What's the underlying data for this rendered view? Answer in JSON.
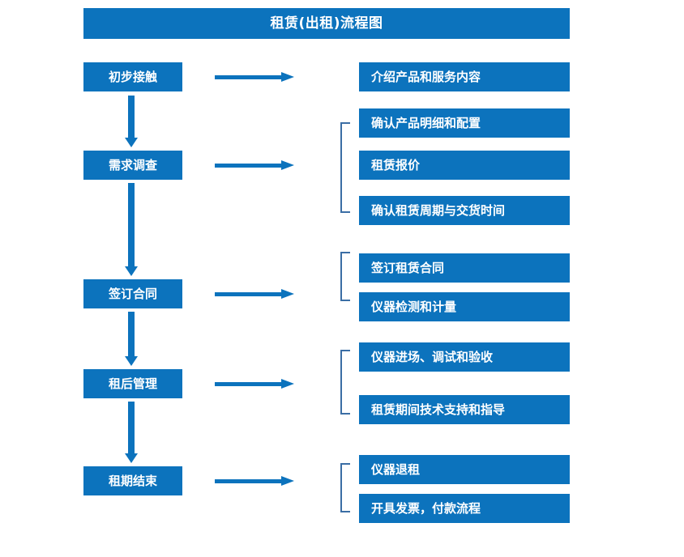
{
  "header": {
    "title": "租赁(出租)流程图"
  },
  "colors": {
    "box_fill": "#0c73bd",
    "box_text": "#ffffff",
    "arrow": "#0c73bd",
    "bracket": "#3b6ea5",
    "background": "#ffffff"
  },
  "flow": {
    "stages": [
      {
        "label": "初步接触"
      },
      {
        "label": "需求调查"
      },
      {
        "label": "签订合同"
      },
      {
        "label": "租后管理"
      },
      {
        "label": "租期结束"
      }
    ],
    "details": [
      {
        "label": "介绍产品和服务内容"
      },
      {
        "label": "确认产品明细和配置"
      },
      {
        "label": "租赁报价"
      },
      {
        "label": "确认租赁周期与交货时间"
      },
      {
        "label": "签订租赁合同"
      },
      {
        "label": "仪器检测和计量"
      },
      {
        "label": "仪器进场、调试和验收"
      },
      {
        "label": "租赁期间技术支持和指导"
      },
      {
        "label": "仪器退租"
      },
      {
        "label": "开具发票，付款流程"
      }
    ],
    "groups": [
      {
        "stage": "初步接触",
        "details": [
          "介绍产品和服务内容"
        ]
      },
      {
        "stage": "需求调查",
        "details": [
          "确认产品明细和配置",
          "租赁报价",
          "确认租赁周期与交货时间"
        ]
      },
      {
        "stage": "签订合同",
        "details": [
          "签订租赁合同",
          "仪器检测和计量"
        ]
      },
      {
        "stage": "租后管理",
        "details": [
          "仪器进场、调试和验收",
          "租赁期间技术支持和指导"
        ]
      },
      {
        "stage": "租期结束",
        "details": [
          "仪器退租",
          "开具发票，付款流程"
        ]
      }
    ]
  }
}
